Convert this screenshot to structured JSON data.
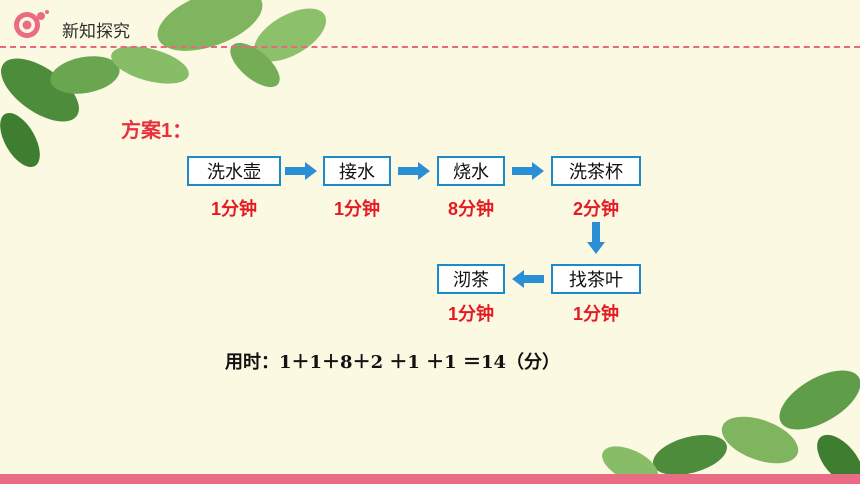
{
  "header": {
    "title": "新知探究"
  },
  "plan": {
    "label": "方案1："
  },
  "steps": [
    {
      "name": "洗水壶",
      "duration": "1分钟"
    },
    {
      "name": "接水",
      "duration": "1分钟"
    },
    {
      "name": "烧水",
      "duration": "8分钟"
    },
    {
      "name": "洗茶杯",
      "duration": "2分钟"
    },
    {
      "name": "找茶叶",
      "duration": "1分钟"
    },
    {
      "name": "沏茶",
      "duration": "1分钟"
    }
  ],
  "formula": "用时：1＋1＋8＋2 ＋1 ＋1 ＝14（分）",
  "colors": {
    "accent_pink": "#ea6b84",
    "box_border": "#1c8ac8",
    "arrow": "#2b8fd6",
    "duration_red": "#e31b23",
    "leaf_green": "#5f9d48"
  }
}
